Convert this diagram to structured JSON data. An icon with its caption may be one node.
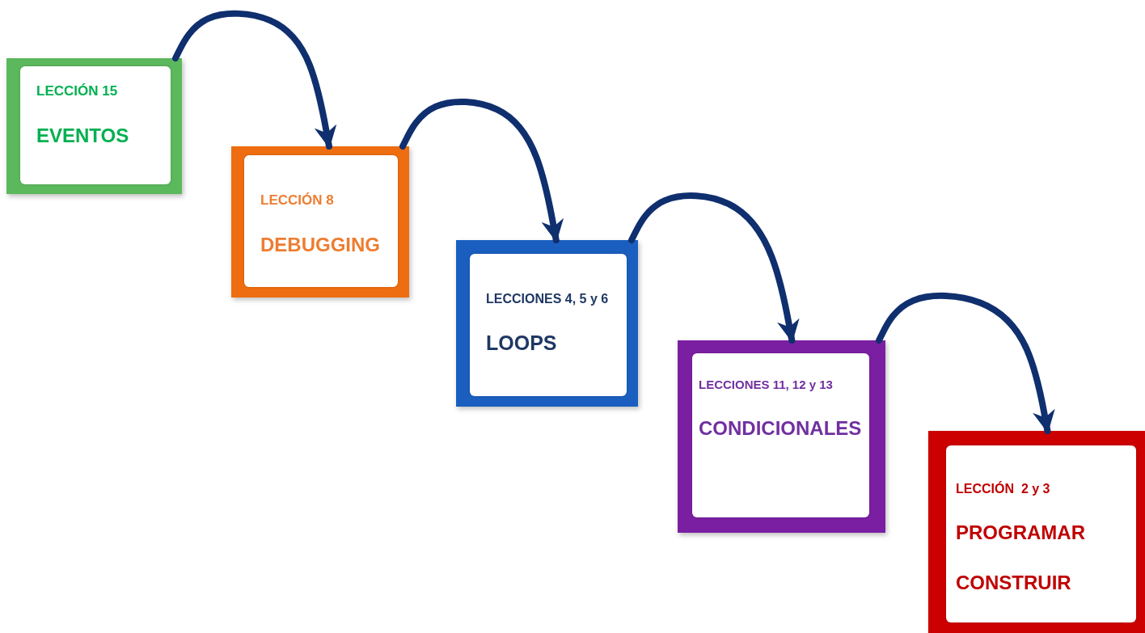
{
  "diagram": {
    "nodes": [
      {
        "text": [
          "LECCIÓN 15",
          "EVENTOS"
        ]
      },
      {
        "text": [
          "LECCIÓN 8",
          "DEBUGGING"
        ]
      },
      {
        "text": [
          "LECCIONES 4, 5 y 6",
          "LOOPS"
        ]
      },
      {
        "text": [
          "LECCIONES 11, 12 y 13",
          "CONDICIONALES"
        ]
      },
      {
        "text": [
          "LECCIÓN  2 y 3",
          "PROGRAMAR",
          "CONSTRUIR"
        ]
      }
    ],
    "edges": [
      {
        "from": 0,
        "to": 1,
        "arrow": "to"
      },
      {
        "from": 1,
        "to": 2,
        "arrow": "to"
      },
      {
        "from": 2,
        "to": 3,
        "arrow": "to"
      },
      {
        "from": 3,
        "to": 4,
        "arrow": "to"
      }
    ]
  }
}
